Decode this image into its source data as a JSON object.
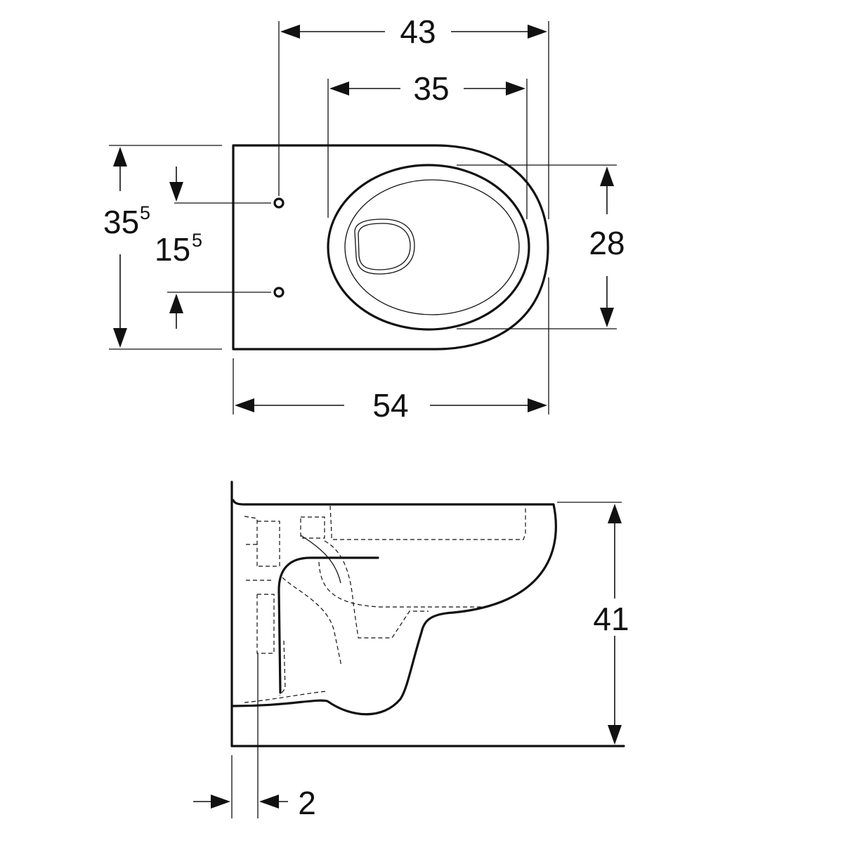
{
  "top_view": {
    "overall_width": "43",
    "inner_width": "35",
    "overall_length": "54",
    "rim_depth": "28",
    "total_depth": {
      "base": "35",
      "sup": "5"
    },
    "bolt_spacing": {
      "base": "15",
      "sup": "5"
    }
  },
  "side_view": {
    "height": "41",
    "wall_offset": "2"
  }
}
